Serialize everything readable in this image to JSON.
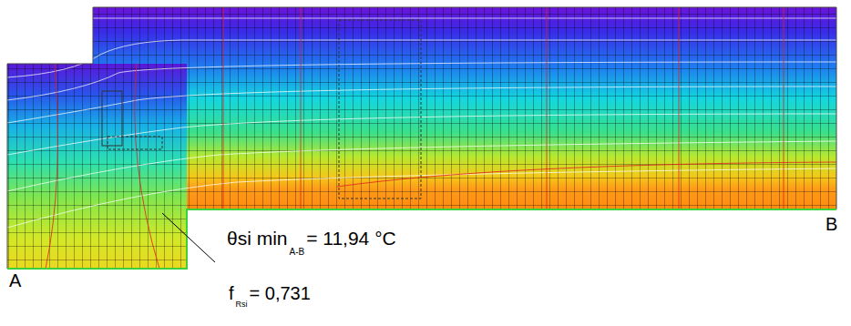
{
  "diagram": {
    "labels": [
      "A",
      "B",
      "θsi min",
      "A-B",
      "= 11,94 °C",
      "f",
      "Rsi",
      "= 0,731"
    ]
  }
}
